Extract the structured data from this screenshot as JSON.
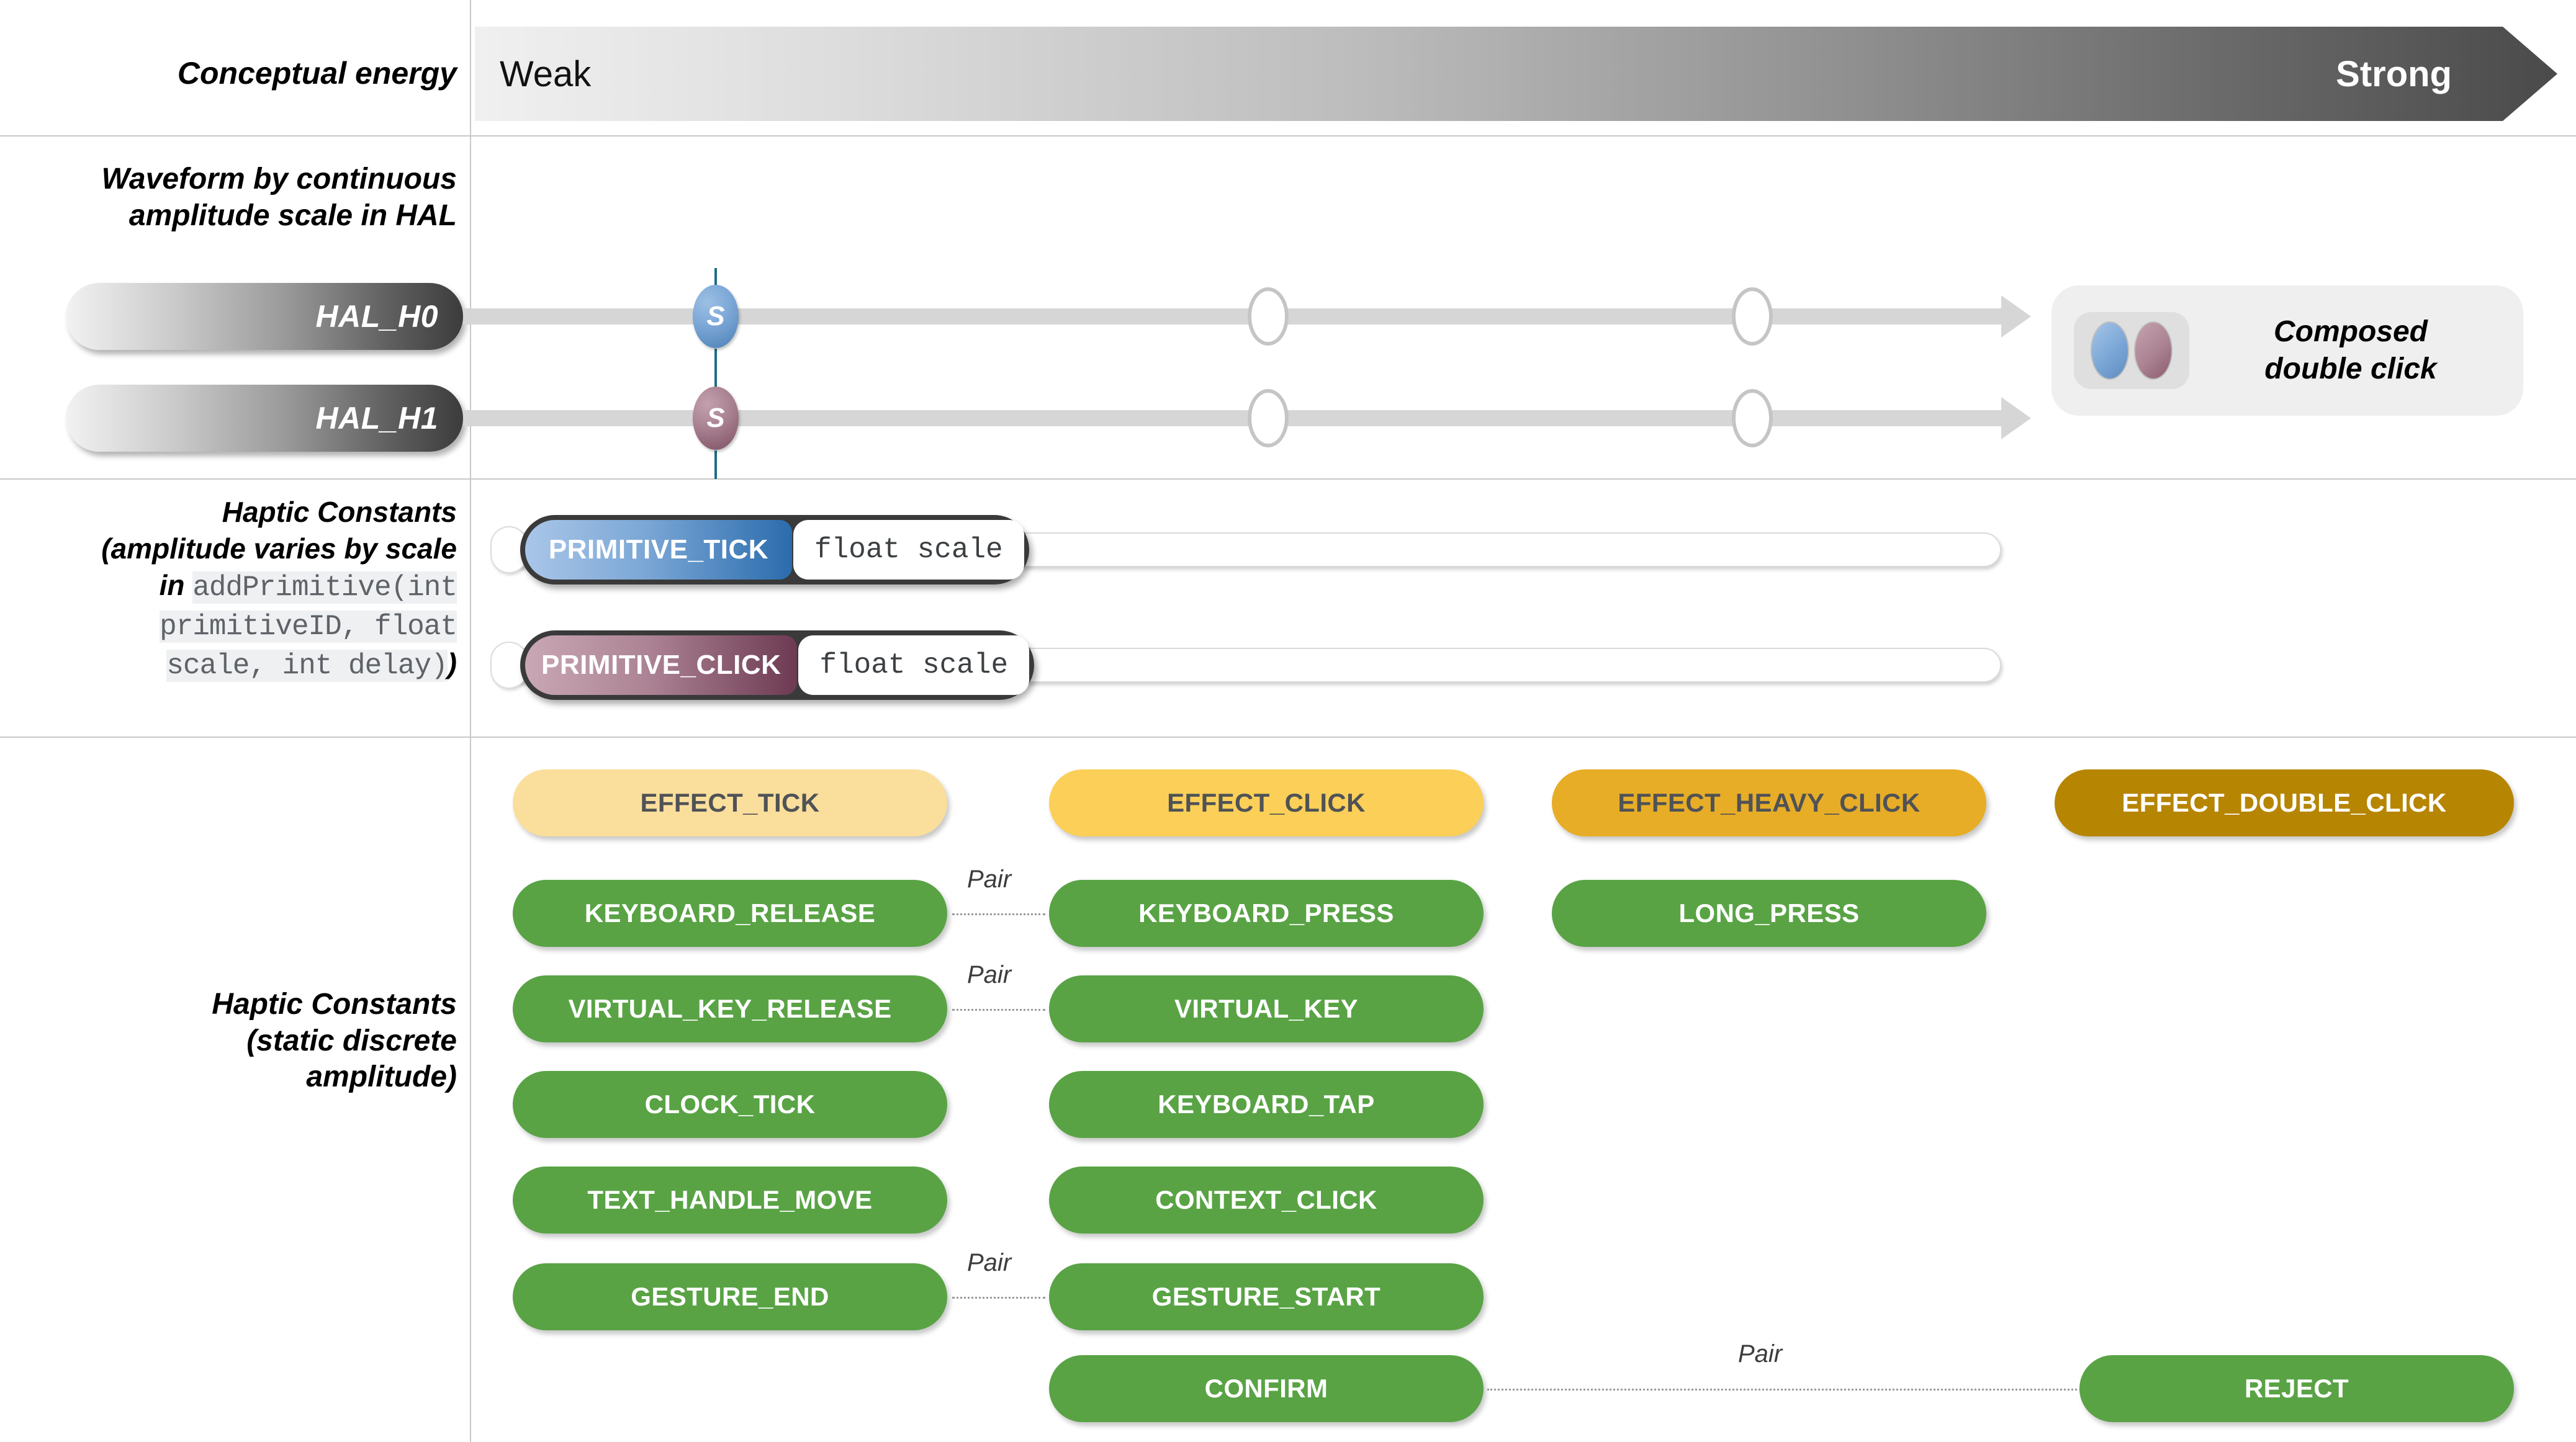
{
  "rows": {
    "conceptual_energy": {
      "label": "Conceptual energy",
      "weak": "Weak",
      "strong": "Strong"
    },
    "waveform": {
      "label_line1": "Waveform by continuous",
      "label_line2": "amplitude scale in HAL",
      "hal0": "HAL_H0",
      "hal1": "HAL_H1",
      "marker": "S",
      "composed_label_line1": "Composed",
      "composed_label_line2": "double click"
    },
    "primitives": {
      "label_line1": "Haptic Constants",
      "label_line2": "(amplitude varies by scale",
      "label_line3_prefix": "in ",
      "code_line1": "addPrimitive(int",
      "code_line2": "primitiveID, float",
      "code_line3": "scale, int delay)",
      "label_close": ")",
      "items": [
        {
          "name": "PRIMITIVE_TICK",
          "arg": "float scale",
          "color": "blue"
        },
        {
          "name": "PRIMITIVE_CLICK",
          "arg": "float scale",
          "color": "mauve"
        }
      ]
    },
    "constants": {
      "label_line1": "Haptic Constants",
      "label_line2": "(static discrete",
      "label_line3": "amplitude)",
      "effects": [
        {
          "label": "EFFECT_TICK",
          "tone": "c-light"
        },
        {
          "label": "EFFECT_CLICK",
          "tone": "c-mid"
        },
        {
          "label": "EFFECT_HEAVY_CLICK",
          "tone": "c-dark"
        },
        {
          "label": "EFFECT_DOUBLE_CLICK",
          "tone": "c-darker"
        }
      ],
      "column1": [
        "KEYBOARD_RELEASE",
        "VIRTUAL_KEY_RELEASE",
        "CLOCK_TICK",
        "TEXT_HANDLE_MOVE",
        "GESTURE_END"
      ],
      "column2": [
        "KEYBOARD_PRESS",
        "VIRTUAL_KEY",
        "KEYBOARD_TAP",
        "CONTEXT_CLICK",
        "GESTURE_START",
        "CONFIRM"
      ],
      "column3": [
        "LONG_PRESS"
      ],
      "column4": [
        "REJECT"
      ],
      "pair_label": "Pair",
      "pairs": [
        {
          "left": "KEYBOARD_RELEASE",
          "right": "KEYBOARD_PRESS"
        },
        {
          "left": "VIRTUAL_KEY_RELEASE",
          "right": "VIRTUAL_KEY"
        },
        {
          "left": "GESTURE_END",
          "right": "GESTURE_START"
        },
        {
          "left": "CONFIRM",
          "right": "REJECT"
        }
      ]
    }
  },
  "colors": {
    "green": "#59a345",
    "effect_light": "#fade9b",
    "effect_mid": "#fbcf58",
    "effect_dark": "#e7ad27",
    "effect_darker": "#b68502",
    "primitive_blue": "#2b6cad",
    "primitive_mauve": "#6d3a52",
    "rule": "#c8c8c8"
  }
}
